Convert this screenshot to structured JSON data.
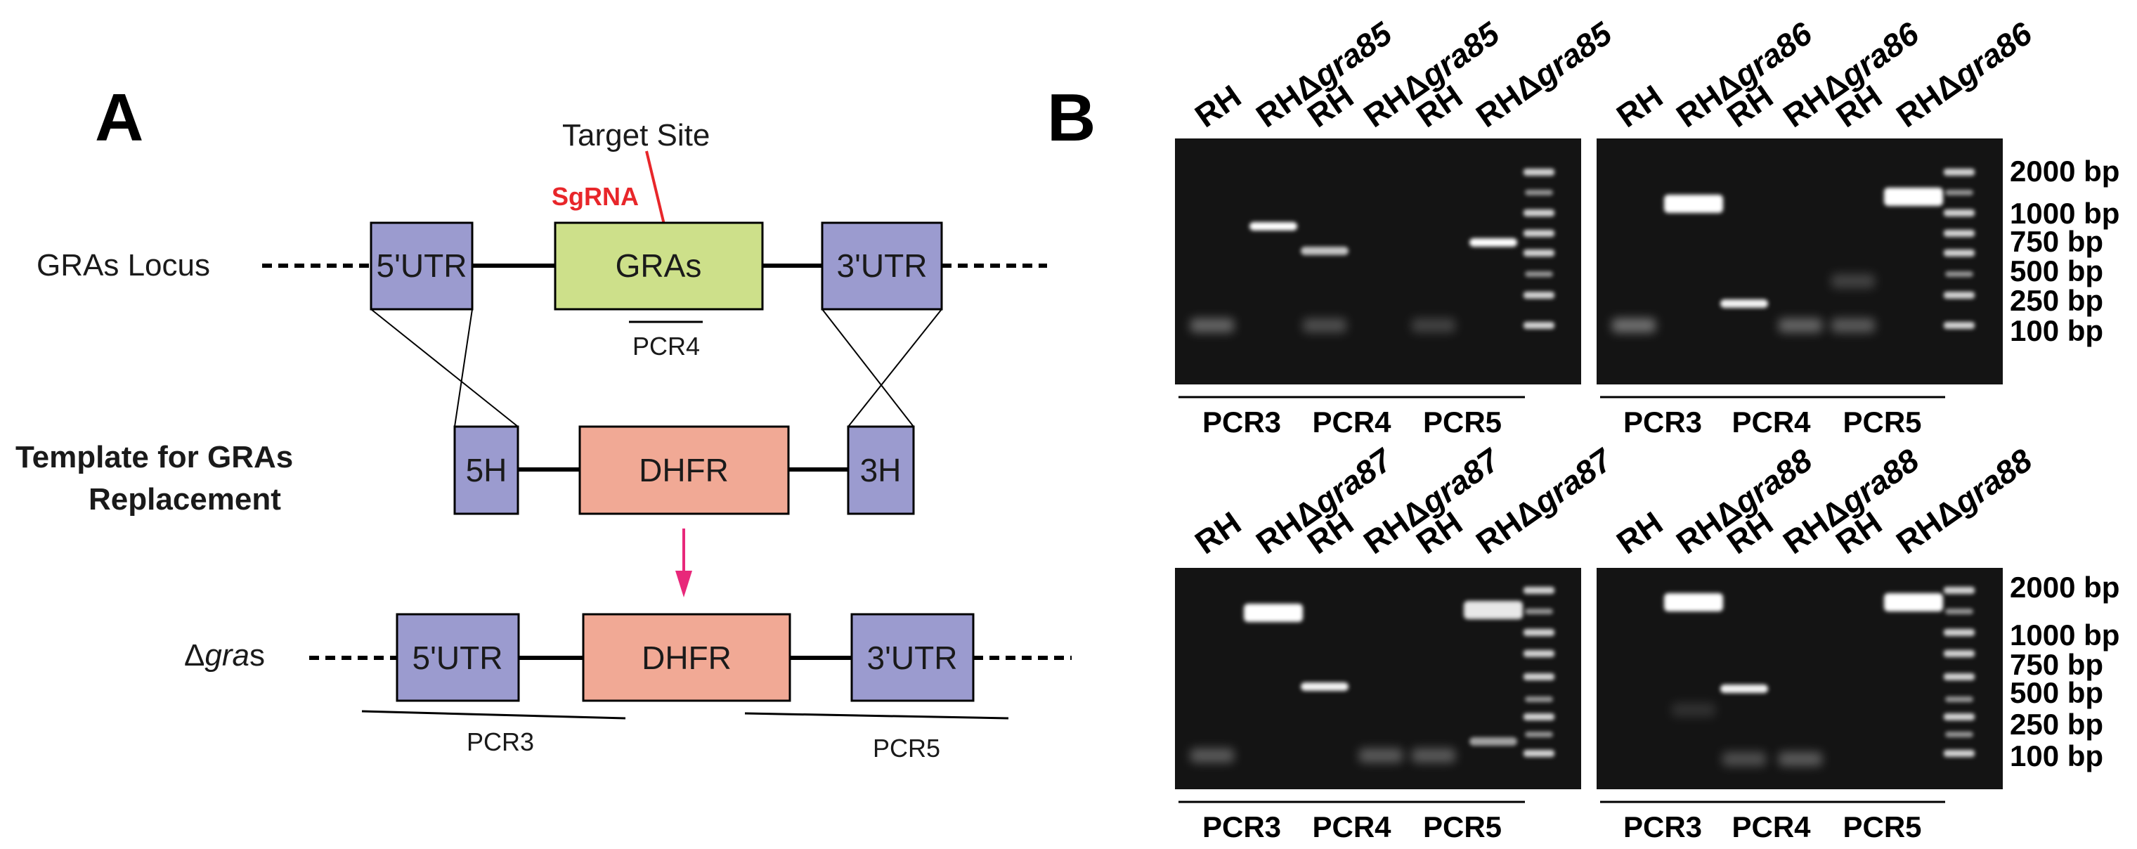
{
  "panel_a": {
    "letter": "A",
    "target_site": "Target Site",
    "sgrna": "SgRNA",
    "locus_label": "GRAs Locus",
    "template_label_line1": "Template for GRAs",
    "template_label_line2": "Replacement",
    "mutant_prefix": "Δ",
    "mutant_italic": "gra",
    "mutant_suffix": "s",
    "box_5utr": "5'UTR",
    "box_gras": "GRAs",
    "box_3utr": "3'UTR",
    "box_5h": "5H",
    "box_dhfr": "DHFR",
    "box_3h": "3H",
    "pcr4": "PCR4",
    "pcr3": "PCR3",
    "pcr5": "PCR5"
  },
  "panel_b": {
    "letter": "B",
    "lane_wt": "RH",
    "lane_ko_prefix": "RHΔ",
    "gels": [
      {
        "gene": "gra85"
      },
      {
        "gene": "gra86"
      },
      {
        "gene": "gra87"
      },
      {
        "gene": "gra88"
      }
    ],
    "pcr_labels": [
      "PCR3",
      "PCR4",
      "PCR5"
    ],
    "ladder": [
      "2000 bp",
      "1000 bp",
      "750 bp",
      "500 bp",
      "250 bp",
      "100 bp"
    ]
  },
  "colors": {
    "utr_box": "#9b9bcf",
    "gras_box": "#cde08a",
    "dhfr_box": "#f1a995",
    "sgrna_red": "#e8262a",
    "arrow_pink": "#e8287a",
    "gel_bg": "#141414"
  }
}
